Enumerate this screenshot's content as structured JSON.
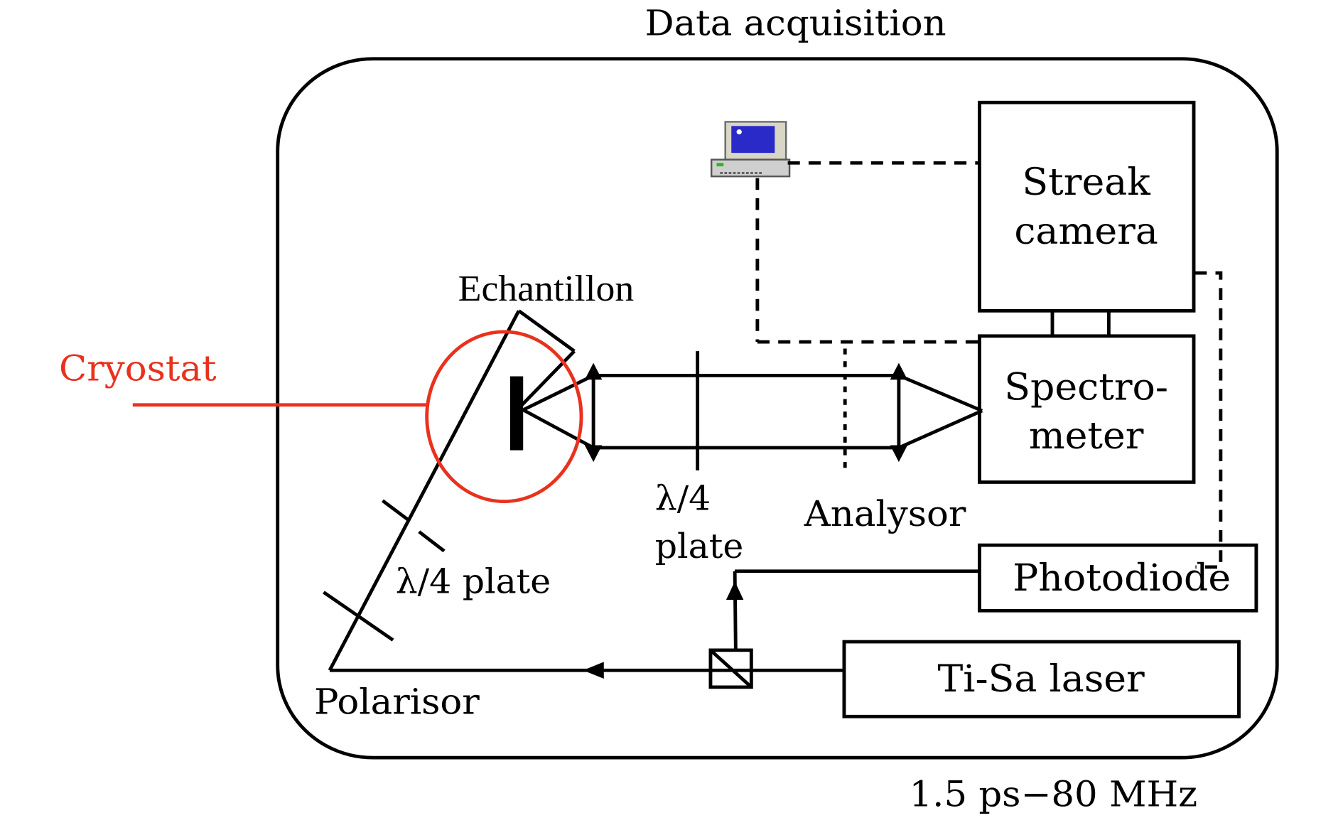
{
  "diagram": {
    "title": "Data acquisition",
    "footer": "1.5 ps−80 MHz",
    "components": {
      "streak_camera": [
        "Streak",
        "camera"
      ],
      "spectrometer": [
        "Spectro-",
        "meter"
      ],
      "photodiode": "Photodiode",
      "laser": "Ti-Sa laser",
      "sample": "Echantillon",
      "cryostat": "Cryostat",
      "polarisor": "Polarisor",
      "analysor": "Analysor",
      "plate_diag": "λ/4 plate",
      "plate_beam": [
        "λ/4",
        "plate"
      ]
    },
    "colors": {
      "cryostat": "#e8321e",
      "line": "#000000"
    },
    "icons": {
      "computer": "computer-icon"
    }
  }
}
